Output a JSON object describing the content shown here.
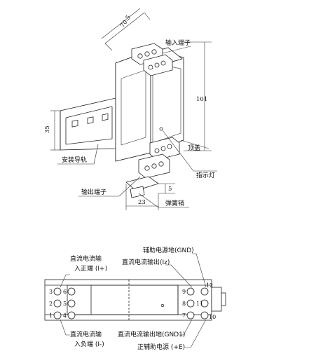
{
  "labels": {
    "input_terminal": "输入端子",
    "top_cover": "顶盖",
    "indicator_light": "指示灯",
    "mount_rail": "安装导轨",
    "output_terminal": "输出端子",
    "spring_pin": "弹簧销",
    "aux_power_ground": "辅助电源地(GND)",
    "dc_current_out": "直流电流输出(Iz)",
    "dc_in_pos_1": "直流电流输",
    "dc_in_pos_2": "入正端 (I+)",
    "dc_in_neg_1": "直流电流输",
    "dc_in_neg_2": "入负端 (I-)",
    "dc_out_ground": "直流电流输出地(GND1)",
    "aux_power_pos": "正辅助电源 (+E)"
  },
  "dimensions": {
    "width": "70.5",
    "height": "101",
    "rail_height": "35",
    "offset": "5",
    "base": "23"
  },
  "terminals": {
    "left": [
      "3",
      "2",
      "1"
    ],
    "right_inner": [
      "9",
      "8",
      "7"
    ],
    "right_outer": [
      "12",
      "11",
      "10"
    ],
    "left_inner_top": "6",
    "left_inner_mid": "5",
    "left_inner_bot": "4"
  }
}
